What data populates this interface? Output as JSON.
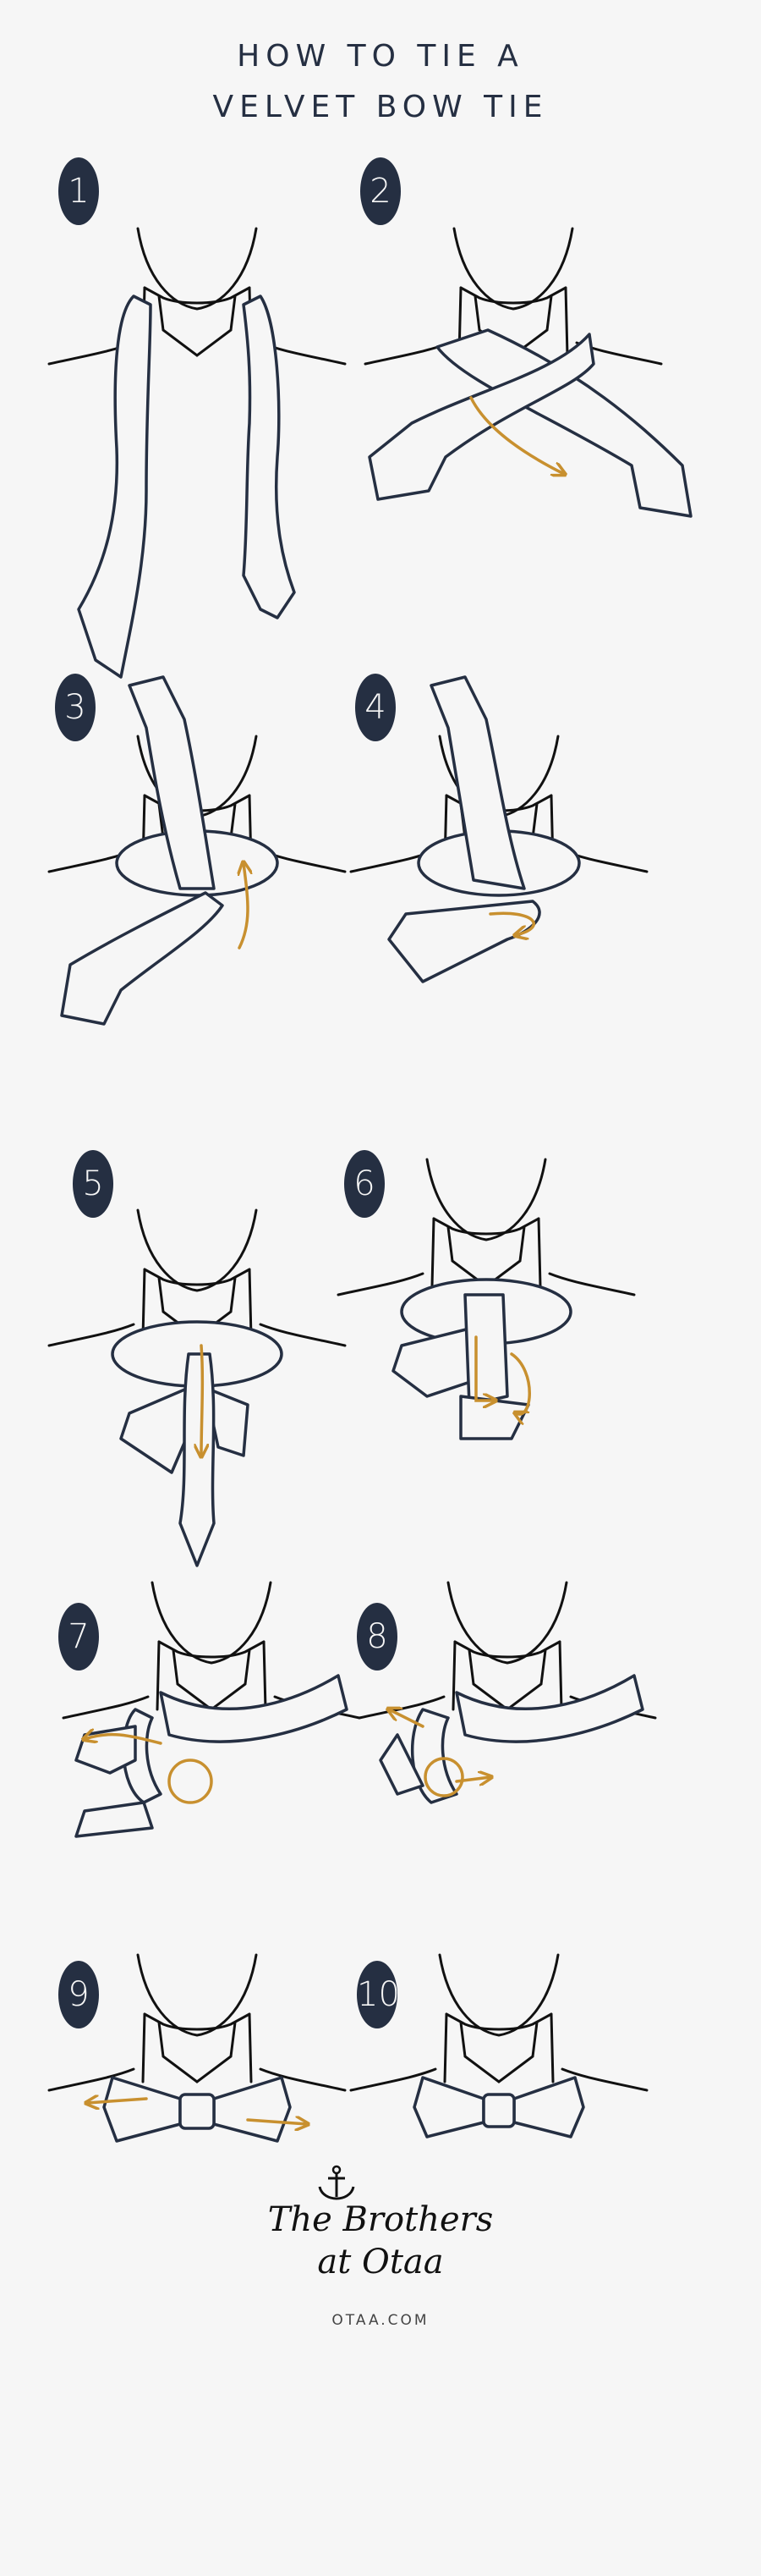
{
  "title": {
    "line1": "HOW TO TIE A",
    "line2": "VELVET BOW TIE"
  },
  "steps": [
    {
      "number": "1"
    },
    {
      "number": "2"
    },
    {
      "number": "3"
    },
    {
      "number": "4"
    },
    {
      "number": "5"
    },
    {
      "number": "6"
    },
    {
      "number": "7"
    },
    {
      "number": "8"
    },
    {
      "number": "9"
    },
    {
      "number": "10"
    }
  ],
  "colors": {
    "navy": "#252f42",
    "arrow": "#c8902f",
    "background": "#f6f6f6"
  },
  "logo": {
    "icon": "anchor-icon",
    "line1": "The Brothers",
    "line2": "at Otaa",
    "website": "OTAA.COM"
  }
}
